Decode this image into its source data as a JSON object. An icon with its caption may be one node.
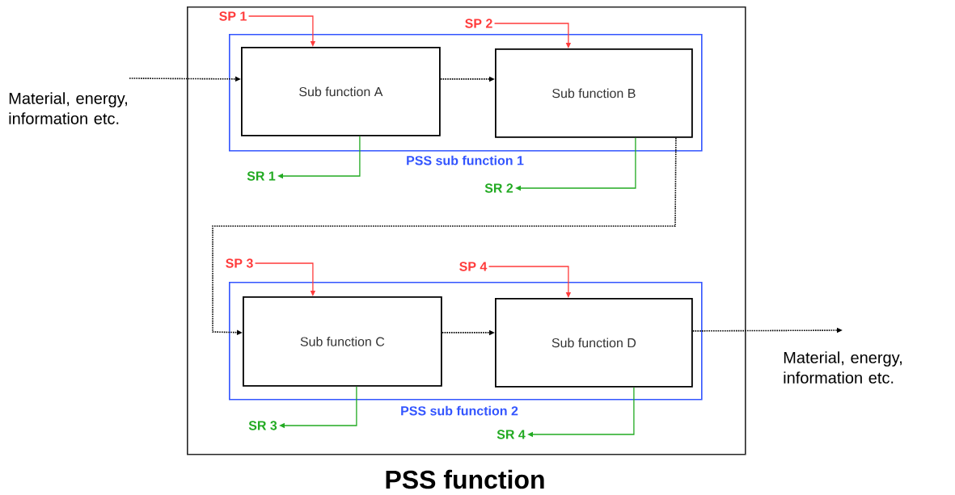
{
  "diagram": {
    "nodes": [
      {
        "text": [
          "PSS function"
        ]
      },
      {
        "text": [
          "PSS sub function 1"
        ],
        "in": 0
      },
      {
        "text": [
          "Sub function A"
        ],
        "in": 1
      },
      {
        "text": [
          "Sub function B"
        ],
        "in": 1
      },
      {
        "text": [
          "PSS sub function 2"
        ],
        "in": 0
      },
      {
        "text": [
          "Sub function C"
        ],
        "in": 4
      },
      {
        "text": [
          "Sub function D"
        ],
        "in": 4
      },
      {
        "text": [
          "Material, energy, information etc."
        ]
      },
      {
        "text": [
          "Material, energy, information etc."
        ]
      },
      {
        "text": [
          "SP 1"
        ],
        "in": 0
      },
      {
        "text": [
          "SP 2"
        ],
        "in": 0
      },
      {
        "text": [
          "SP 3"
        ],
        "in": 0
      },
      {
        "text": [
          "SP 4"
        ],
        "in": 0
      },
      {
        "text": [
          "SR 1"
        ],
        "in": 0
      },
      {
        "text": [
          "SR 2"
        ],
        "in": 0
      },
      {
        "text": [
          "SR 3"
        ],
        "in": 0
      },
      {
        "text": [
          "SR 4"
        ],
        "in": 0
      }
    ],
    "edges": [
      {
        "from": 7,
        "to": 2,
        "arrow": "to",
        "style": "dashed"
      },
      {
        "from": 2,
        "to": 3,
        "arrow": "to",
        "style": "dashed"
      },
      {
        "from": 3,
        "to": 5,
        "arrow": "to",
        "style": "dashed"
      },
      {
        "from": 5,
        "to": 6,
        "arrow": "to",
        "style": "dashed"
      },
      {
        "from": 6,
        "to": 8,
        "arrow": "to",
        "style": "dashed"
      },
      {
        "from": 9,
        "to": 2,
        "arrow": "to",
        "color": "#ff3b3b"
      },
      {
        "from": 10,
        "to": 3,
        "arrow": "to",
        "color": "#ff3b3b"
      },
      {
        "from": 11,
        "to": 5,
        "arrow": "to",
        "color": "#ff3b3b"
      },
      {
        "from": 12,
        "to": 6,
        "arrow": "to",
        "color": "#ff3b3b"
      },
      {
        "from": 2,
        "to": 13,
        "arrow": "to",
        "color": "#22aa22"
      },
      {
        "from": 3,
        "to": 14,
        "arrow": "to",
        "color": "#22aa22"
      },
      {
        "from": 5,
        "to": 15,
        "arrow": "to",
        "color": "#22aa22"
      },
      {
        "from": 6,
        "to": 16,
        "arrow": "to",
        "color": "#22aa22"
      }
    ]
  }
}
